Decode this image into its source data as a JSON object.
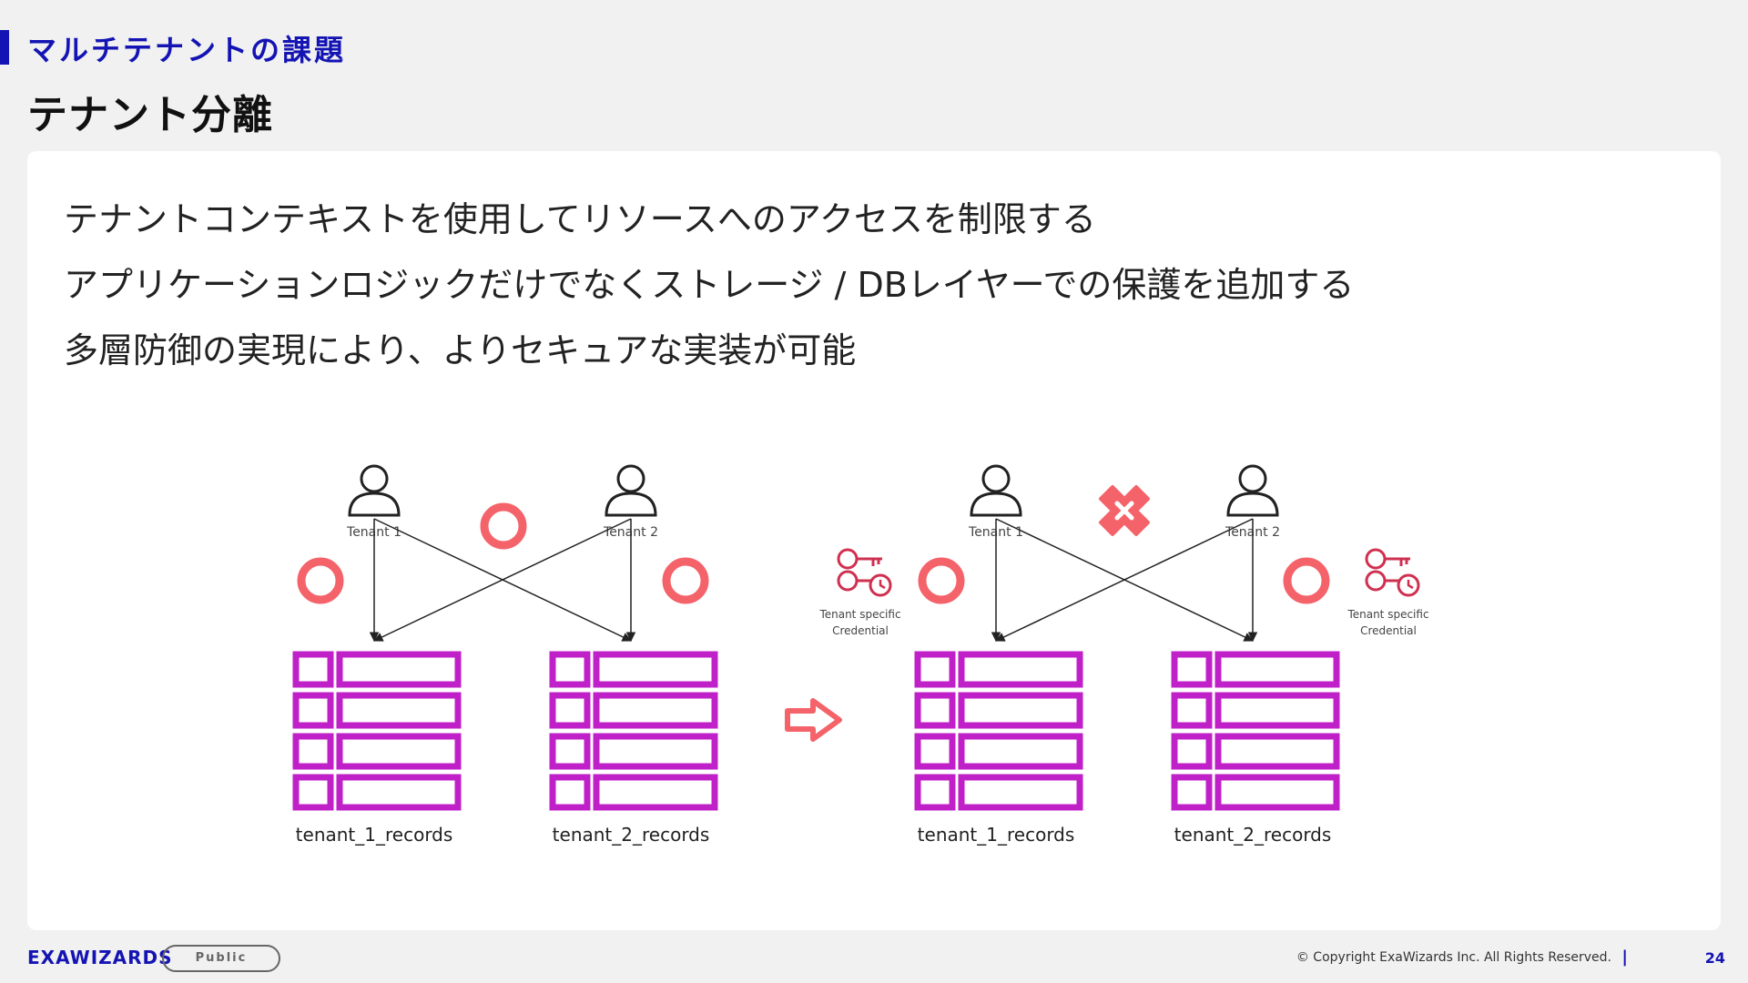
{
  "header": {
    "section_title": "マルチテナントの課題",
    "slide_title": "テナント分離"
  },
  "bullets": [
    "テナントコンテキストを使用してリソースへのアクセスを制限する",
    "アプリケーションロジックだけでなくストレージ / DBレイヤーでの保護を追加する",
    "多層防御の実現により、よりセキュアな実装が可能"
  ],
  "diagram": {
    "left": {
      "tenant1_label": "Tenant 1",
      "tenant2_label": "Tenant 2",
      "db1_label": "tenant_1_records",
      "db2_label": "tenant_2_records"
    },
    "right": {
      "tenant1_label": "Tenant 1",
      "tenant2_label": "Tenant 2",
      "db1_label": "tenant_1_records",
      "db2_label": "tenant_2_records",
      "credential_label_line1": "Tenant specific",
      "credential_label_line2": "Credential"
    },
    "colors": {
      "ok_circle": "#f4636a",
      "deny_x": "#f4636a",
      "db": "#c020c8",
      "arrow": "#f4636a",
      "key": "#d03050"
    }
  },
  "footer": {
    "logo": "EXAWIZARDS",
    "classification": "Public",
    "copyright": "© Copyright ExaWizards Inc. All Rights Reserved.",
    "separator": "|",
    "page_number": "24"
  }
}
